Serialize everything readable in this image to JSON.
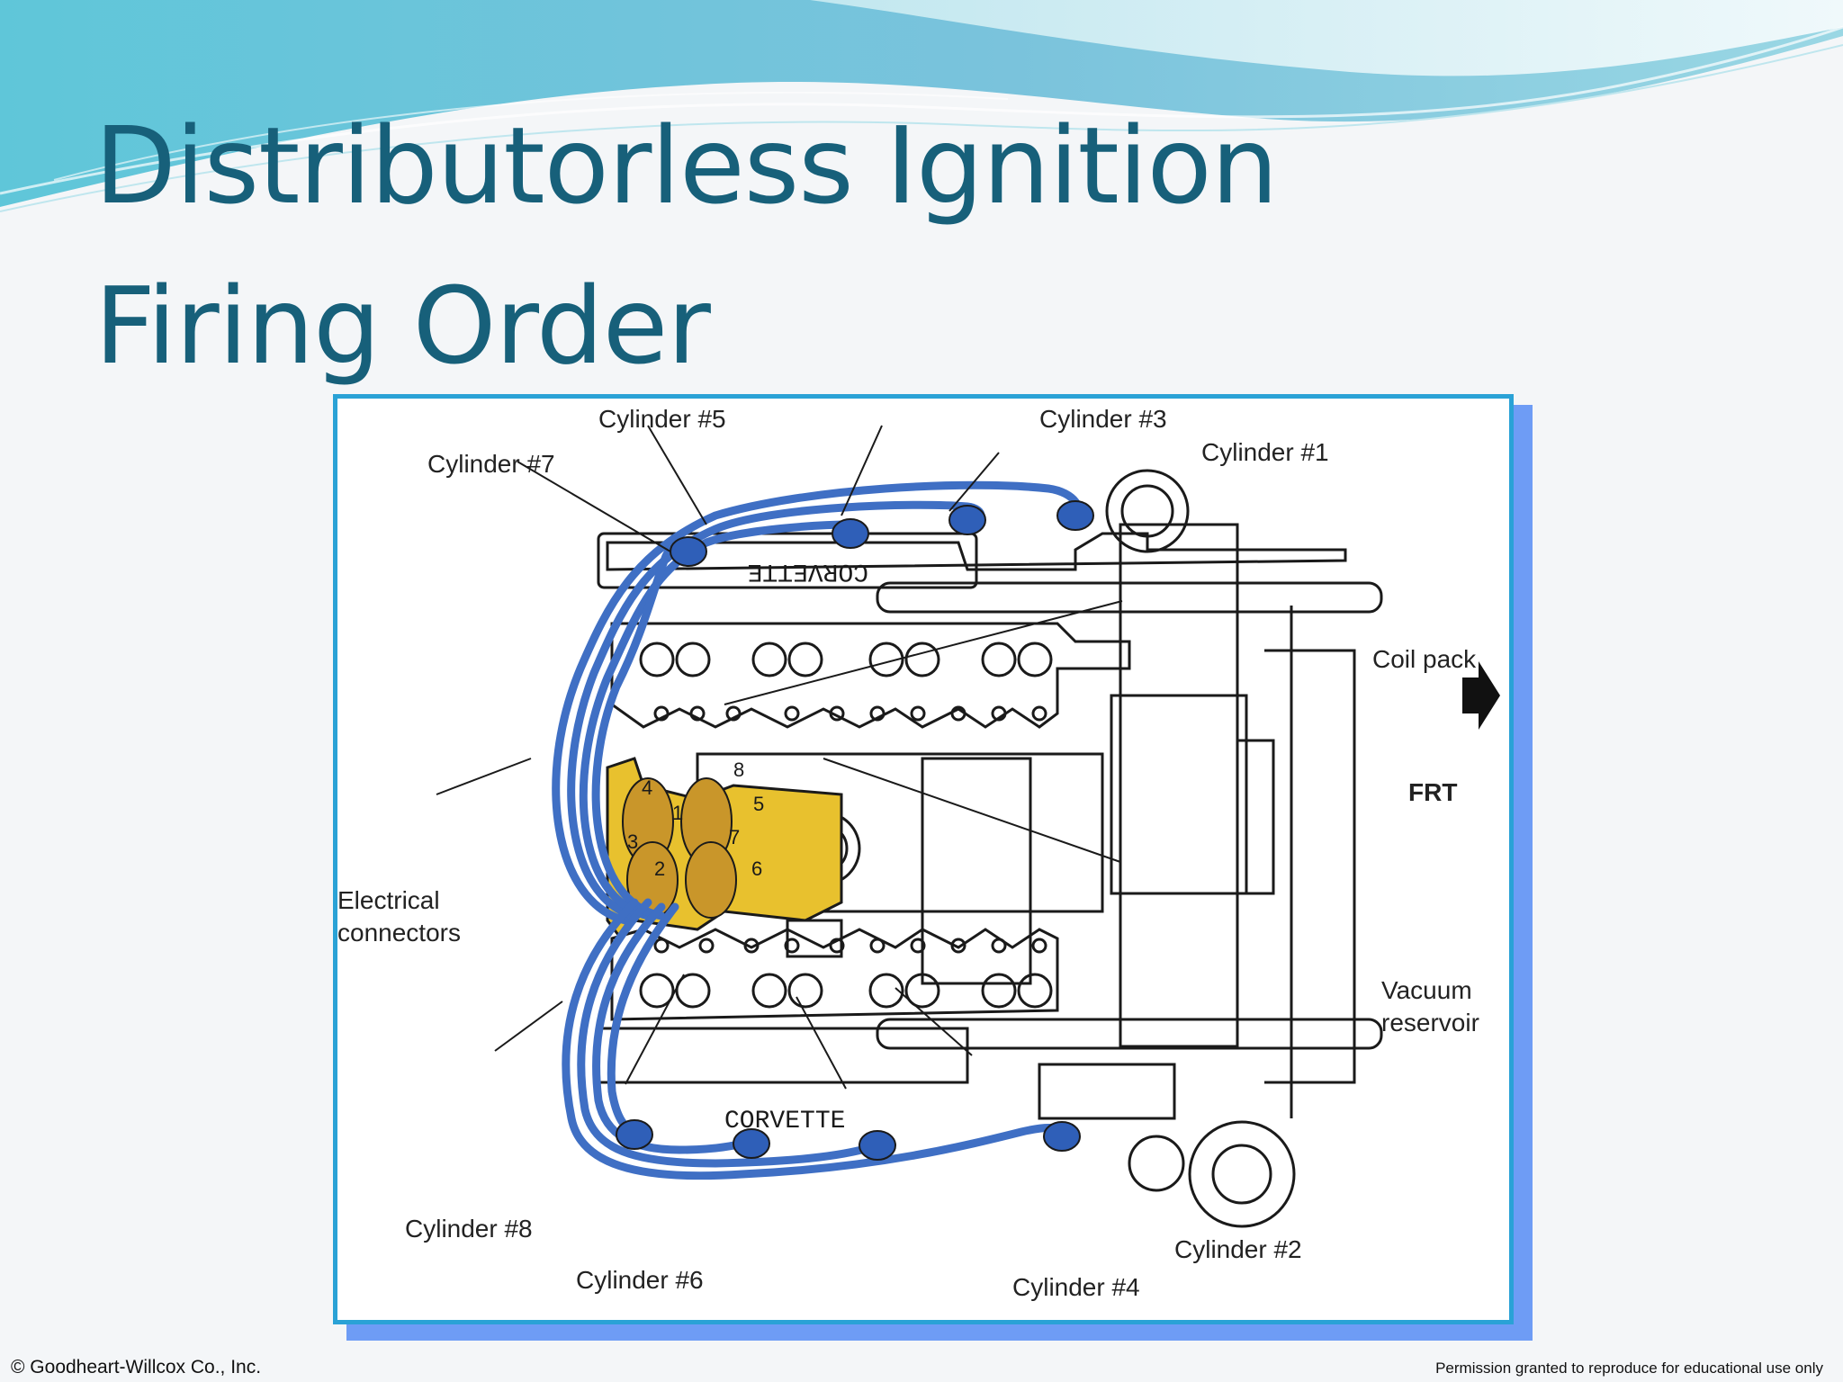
{
  "slide": {
    "title_line1": "Distributorless Ignition",
    "title_line2": "Firing Order",
    "footer_left": "© Goodheart-Willcox Co., Inc.",
    "footer_right": "Permission granted to reproduce for educational use only"
  },
  "diagram": {
    "labels": {
      "cyl5": "Cylinder #5",
      "cyl3": "Cylinder #3",
      "cyl1": "Cylinder #1",
      "cyl7": "Cylinder #7",
      "coil_pack": "Coil pack",
      "frt": "FRT",
      "electrical_connectors_1": "Electrical",
      "electrical_connectors_2": "connectors",
      "vacuum_reservoir_1": "Vacuum",
      "vacuum_reservoir_2": "reservoir",
      "cyl8": "Cylinder #8",
      "cyl6": "Cylinder #6",
      "cyl4": "Cylinder #4",
      "cyl2": "Cylinder #2"
    },
    "coil_numbers": [
      "4",
      "1",
      "3",
      "2",
      "8",
      "5",
      "7",
      "6"
    ],
    "colors": {
      "wires": "#3f6fc4",
      "coil_pack": "#e8c12e",
      "frame": "#2aa2d6",
      "shadow": "#6e9cf5",
      "title": "#17607a"
    }
  }
}
